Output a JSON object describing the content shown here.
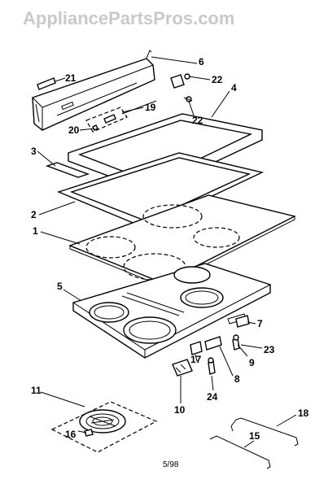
{
  "watermark": "AppliancePartsPros.com",
  "date_code": "5/98",
  "callouts": {
    "c1": "1",
    "c2": "2",
    "c3": "3",
    "c4": "4",
    "c5": "5",
    "c6": "6",
    "c7": "7",
    "c8": "8",
    "c9": "9",
    "c10": "10",
    "c11": "11",
    "c15": "15",
    "c16": "16",
    "c17": "17",
    "c18": "18",
    "c19": "19",
    "c20": "20",
    "c21": "21",
    "c22a": "22",
    "c22b": "22",
    "c23": "23",
    "c24": "24"
  }
}
